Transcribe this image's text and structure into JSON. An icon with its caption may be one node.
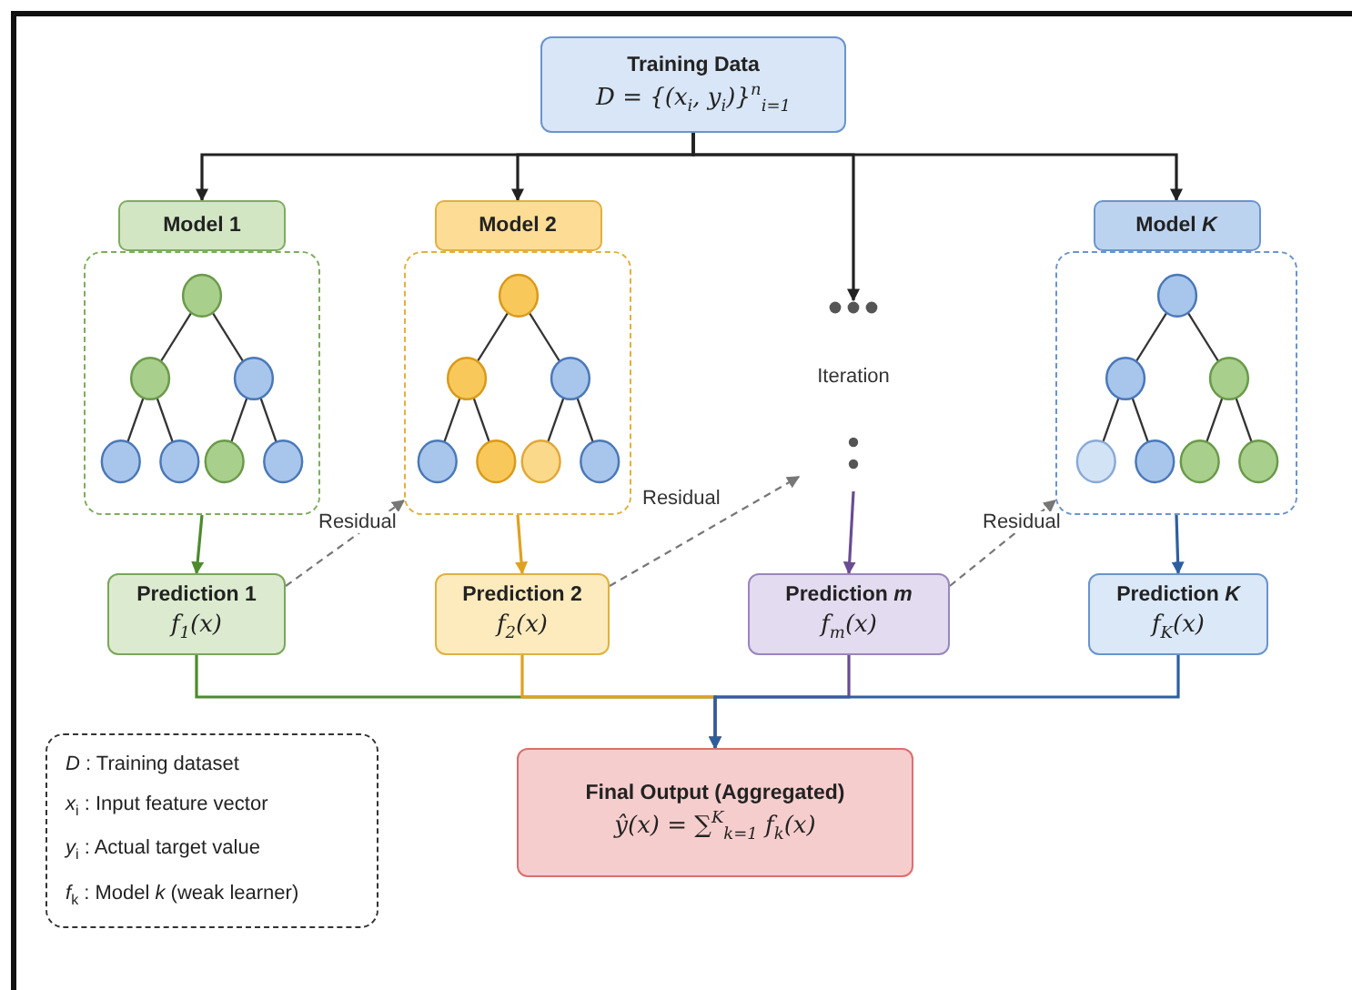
{
  "diagram": {
    "nodes": [
      {
        "text": [
          "Training Data",
          "D = {(x$_{i}$, y$_{i}$)}$^{n}$$_{i=1}$"
        ]
      },
      {
        "text": [
          "Model 1"
        ]
      },
      {
        "text": [
          "Model 2"
        ]
      },
      {
        "text": [
          "Iteration"
        ]
      },
      {
        "text": [
          "Model *K*"
        ]
      },
      {
        "text": [
          "Prediction 1",
          "f$_{1}$(x)"
        ]
      },
      {
        "text": [
          "Prediction 2",
          "f$_{2}$(x)"
        ]
      },
      {
        "text": [
          "Prediction *m*",
          "f$_{m}$(x)"
        ]
      },
      {
        "text": [
          "Prediction *K*",
          "f$_{K}$(x)"
        ]
      },
      {
        "text": [
          "Final Output (Aggregated)",
          "ŷ(x) = ∑$^{K}$$_{k=1}$ f$_{k}$(x)"
        ]
      },
      {
        "text": [
          "*D* : Training dataset",
          "*x*$_{i}$ : Input feature vector",
          "*y*$_{i}$ : Actual target value",
          "*f*$_{k}$ : Model *k* (weak learner)"
        ]
      }
    ],
    "edges": [
      {
        "from": 0,
        "to": 1,
        "arrow": "to"
      },
      {
        "from": 0,
        "to": 2,
        "arrow": "to"
      },
      {
        "from": 0,
        "to": 3,
        "arrow": "to"
      },
      {
        "from": 0,
        "to": 4,
        "arrow": "to"
      },
      {
        "from": 1,
        "to": 5,
        "arrow": "to",
        "color": "#4e8a2e"
      },
      {
        "from": 2,
        "to": 6,
        "arrow": "to",
        "color": "#e0a020"
      },
      {
        "from": 3,
        "to": 7,
        "arrow": "to",
        "color": "#6a4c93"
      },
      {
        "from": 4,
        "to": 8,
        "arrow": "to",
        "color": "#2d5fa0"
      },
      {
        "from": 5,
        "to": 2,
        "arrow": "to",
        "label": "Residual",
        "style": "dashed",
        "color": "#777777"
      },
      {
        "from": 6,
        "to": 3,
        "arrow": "to",
        "label": "Residual",
        "style": "dashed",
        "color": "#777777"
      },
      {
        "from": 7,
        "to": 4,
        "arrow": "to",
        "label": "Residual",
        "style": "dashed",
        "color": "#777777"
      },
      {
        "from": 5,
        "to": 9,
        "arrow": "to",
        "color": "#4e8a2e"
      },
      {
        "from": 6,
        "to": 9,
        "arrow": "to",
        "color": "#e0a020"
      },
      {
        "from": 7,
        "to": 9,
        "arrow": "to",
        "color": "#6a4c93"
      },
      {
        "from": 8,
        "to": 9,
        "arrow": "to",
        "color": "#2d5fa0"
      }
    ]
  }
}
